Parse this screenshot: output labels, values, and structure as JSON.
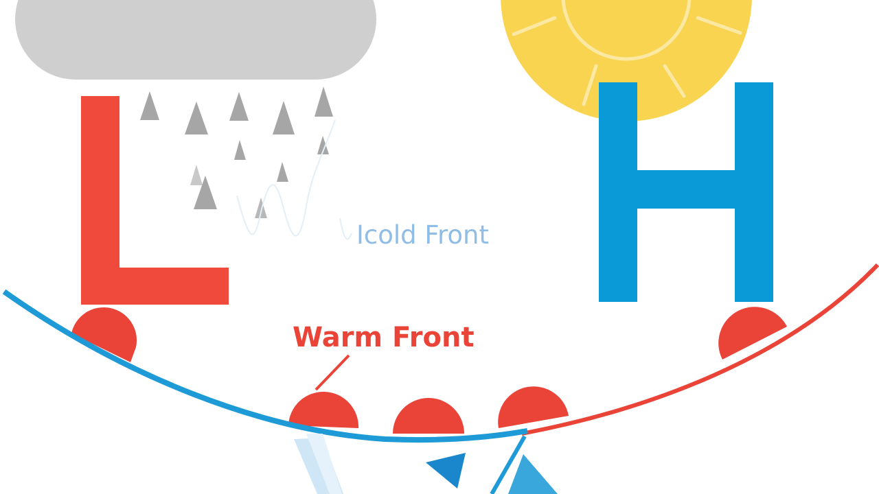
{
  "labels": {
    "low": "L",
    "high": "H",
    "warm_front": "Warm Front",
    "cold_front": "Icold Front"
  },
  "colors": {
    "low": "#ef4a3c",
    "high": "#0b9ad8",
    "warm_front": "#ea4337",
    "cold_front": "#1e9bd6",
    "cold_label": "#8fbde6",
    "cloud": "#cfcfcf",
    "rain": "#a6a6a6",
    "sun": "#f8d451",
    "sun_rays": "#fbe9a3"
  },
  "icons": {
    "cloud": "rain-cloud-icon",
    "sun": "sun-icon"
  }
}
